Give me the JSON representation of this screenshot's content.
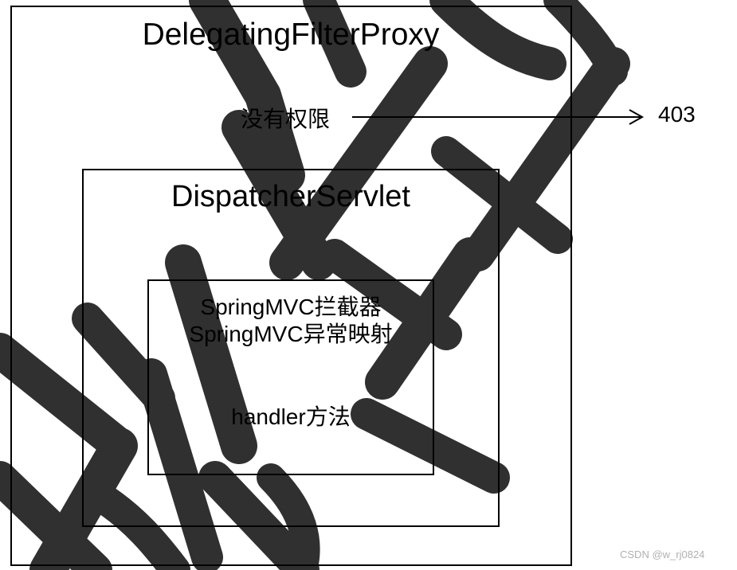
{
  "diagram": {
    "outer_box": {
      "title": "DelegatingFilterProxy"
    },
    "denied_label": "没有权限",
    "denied_result": "403",
    "middle_box": {
      "title": "DispatcherServlet"
    },
    "inner_box": {
      "line1": "SpringMVC拦截器",
      "line2": "SpringMVC异常映射",
      "line3": "handler方法"
    }
  },
  "footer": {
    "credit": "CSDN @w_rj0824"
  },
  "colors": {
    "line": "#000000",
    "background": "#ffffff",
    "watermark_stroke": "#1a1a1a",
    "credit_text": "#b0b0b0"
  },
  "icons": {
    "arrow": "arrow-right-icon",
    "watermark": "watermark-glyph-strokes"
  }
}
